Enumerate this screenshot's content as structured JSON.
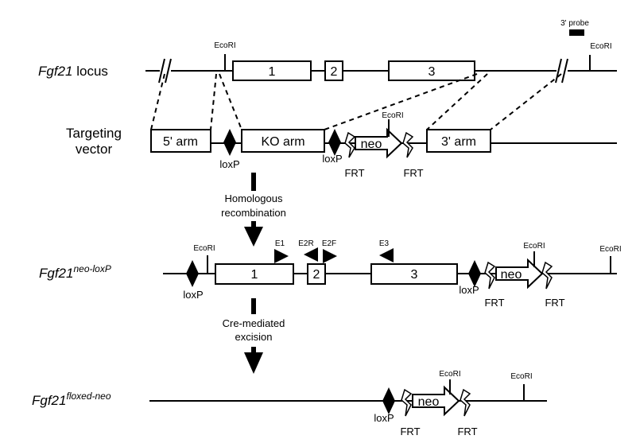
{
  "rows": {
    "locus": {
      "name": "Fgf21",
      "suffix": " locus"
    },
    "vector": {
      "line1": "Targeting",
      "line2": "vector"
    },
    "neoloxp": {
      "name": "Fgf21",
      "sup": "neo-loxP"
    },
    "floxed": {
      "name": "Fgf21",
      "sup": "floxed-neo"
    }
  },
  "exons": [
    "1",
    "2",
    "3"
  ],
  "vector_boxes": {
    "arm5": "5' arm",
    "ko": "KO arm",
    "neo": "neo",
    "arm3": "3' arm"
  },
  "sites": {
    "ecori": "EcoRI",
    "loxp": "loxP",
    "frt": "FRT",
    "probe": "3' probe"
  },
  "primers": {
    "e1": "E1",
    "e2r": "E2R",
    "e2f": "E2F",
    "e3": "E3"
  },
  "steps": {
    "hr1": "Homologous",
    "hr2": "recombination",
    "cre1": "Cre-mediated",
    "cre2": "excision"
  },
  "icons": {
    "loxp": "black-diamond",
    "frt": "lightning-bolt",
    "neo": "open-arrow",
    "primer": "small-arrow"
  }
}
